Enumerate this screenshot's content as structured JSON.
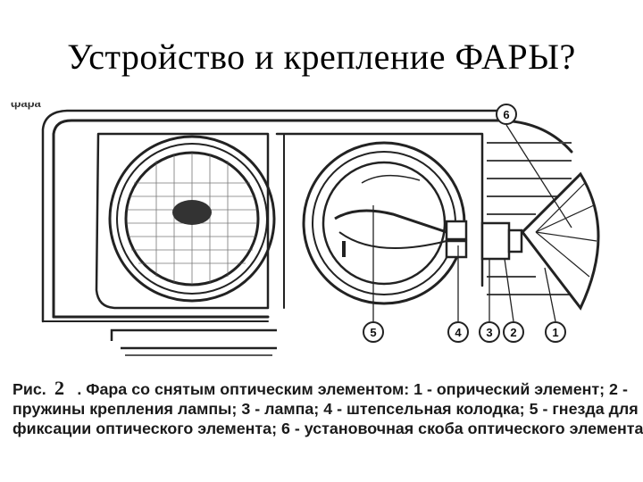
{
  "slide": {
    "title": "Устройство и крепление ФАРЫ?"
  },
  "figure": {
    "cropped_top_word": "фара",
    "callouts": [
      "6",
      "5",
      "4",
      "3",
      "2",
      "1"
    ]
  },
  "caption": {
    "prefix": "Рис.",
    "fig_number": "2",
    "text": ". Фара со снятым оптическим элементом: 1 - опрический элемент; 2 - пружины крепления лампы; 3 - лампа; 4 - штепсельная колодка; 5 - гнезда для фиксации оптического элемента; 6 - установочная скоба оптического элемента"
  }
}
